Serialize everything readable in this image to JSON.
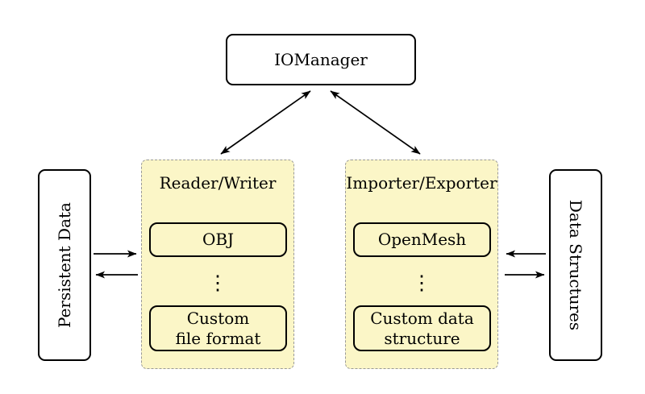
{
  "nodes": {
    "io_manager": "IOManager",
    "persistent_data": "Persistent Data",
    "data_structures": "Data Structures"
  },
  "groups": [
    {
      "title": "Reader/Writer",
      "item_top": "OBJ",
      "dots": "⋮",
      "item_bottom_line1": "Custom",
      "item_bottom_line2": "file format"
    },
    {
      "title": "Importer/Exporter",
      "item_top": "OpenMesh",
      "dots": "⋮",
      "item_bottom_line1": "Custom data",
      "item_bottom_line2": "structure"
    }
  ],
  "colors": {
    "group_fill": "#FBF6C7",
    "group_border": "#999999",
    "node_border": "#000000",
    "arrow": "#000000",
    "background": "#FFFFFF"
  }
}
